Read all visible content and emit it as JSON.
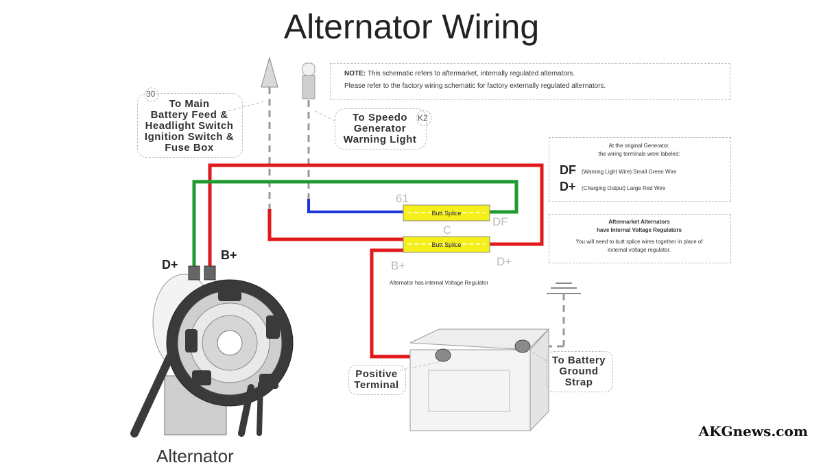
{
  "title": "Alternator Wiring",
  "note": {
    "line1_bold": "NOTE:",
    "line1": "This schematic refers to aftermarket, internally regulated alternators.",
    "line2": "Please refer to the factory wiring schematic for factory externally regulated alternators."
  },
  "callouts": {
    "main_feed_num": "30",
    "main_feed": [
      "To Main",
      "Battery Feed &",
      "Headlight Switch",
      "Ignition Switch &",
      "Fuse Box"
    ],
    "speedo_num": "K2",
    "speedo": [
      "To Speedo",
      "Generator",
      "Warning Light"
    ],
    "positive_terminal": [
      "Positive",
      "Terminal"
    ],
    "ground_strap": [
      "To Battery",
      "Ground",
      "Strap"
    ]
  },
  "generator_box": {
    "heading1": "At the original Generator,",
    "heading2": "the wiring terminals were labeled:",
    "df_code": "DF",
    "df_desc": "(Warning Light Wire) Small Green Wire",
    "dplus_code": "D+",
    "dplus_desc": "(Charging Output) Large Red Wire"
  },
  "aftermarket_box": {
    "heading1": "Aftermarket Alternators",
    "heading2": "have Internal Voltage Regulators",
    "body1": "You will need to butt splice wires together in place of",
    "body2": "external voltage regulator."
  },
  "splices": {
    "upper": "Butt Splice",
    "lower": "Butt Splice"
  },
  "faint_labels": {
    "sixty_one": "61",
    "c": "C",
    "df": "DF",
    "b_plus": "B+",
    "d_plus": "D+"
  },
  "regulator_caption": "Alternator has internal Voltage Regulator",
  "alternator_terminals": {
    "d_plus": "D+",
    "b_plus": "B+"
  },
  "alternator_caption": "Alternator",
  "watermark": "AKGnews.com",
  "colors": {
    "red_wire": "#e0191b",
    "green_wire": "#1f9a2e",
    "blue_wire": "#1a35d8",
    "splice": "#f6f01a"
  }
}
